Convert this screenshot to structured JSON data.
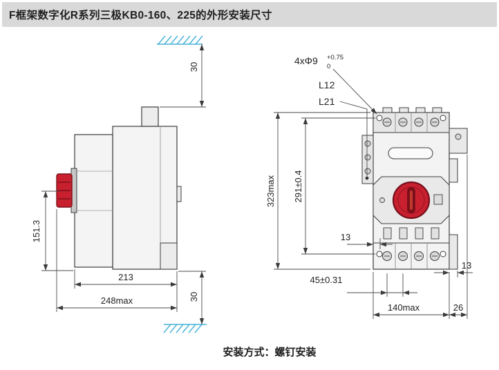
{
  "header": {
    "title": "F框架数字化R系列三极KB0-160、225的外形安装尺寸"
  },
  "footer": {
    "note": "安装方式：螺钉安装"
  },
  "side": {
    "dim_clear_top": "30",
    "dim_clear_bottom": "30",
    "dim_handle": "151.3",
    "dim_depth": "213",
    "dim_depth_max": "248max"
  },
  "front": {
    "hole_label": "4xΦ9",
    "hole_tol_up": "+0.75",
    "hole_tol_low": "0",
    "term_a": "L12",
    "term_b": "L21",
    "dim_h_max": "323max",
    "dim_hole_span": "291±0.4",
    "dim_pole_offset": "13",
    "dim_pole_pitch": "45±0.31",
    "dim_w_max": "140max",
    "dim_flange": "13",
    "dim_side": "26"
  },
  "colors": {
    "accent_red": "#c8202f",
    "hatch_blue": "#45b1d8",
    "line": "#3b3b3b"
  }
}
